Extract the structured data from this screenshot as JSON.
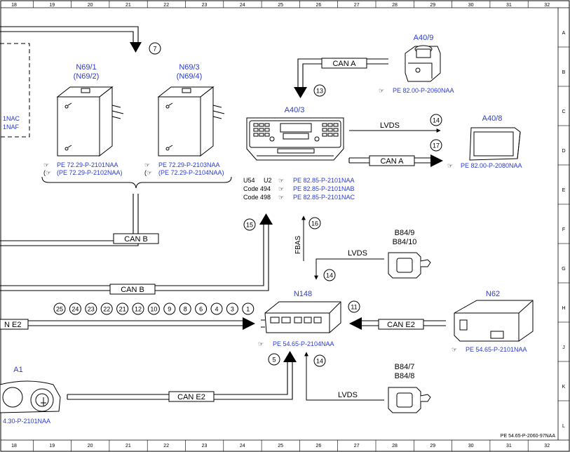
{
  "grid": {
    "columns": [
      "18",
      "19",
      "20",
      "21",
      "22",
      "23",
      "24",
      "25",
      "26",
      "27",
      "28",
      "29",
      "30",
      "31",
      "32"
    ],
    "rows": [
      "A",
      "B",
      "C",
      "D",
      "E",
      "F",
      "G",
      "H",
      "J",
      "K",
      "L"
    ]
  },
  "doc_number": "PE 54.65-P-2060-97NAA",
  "components": {
    "n69_1": {
      "name": "N69/1",
      "alt": "(N69/2)",
      "ref1": "PE 72.29-P-2101NAA",
      "ref2": "(PE 72.29-P-2102NAA)"
    },
    "n69_3": {
      "name": "N69/3",
      "alt": "(N69/4)",
      "ref1": "PE 72.29-P-2103NAA",
      "ref2": "(PE 72.29-P-2104NAA)"
    },
    "a40_3": {
      "name": "A40/3",
      "rows": [
        {
          "label": "U54",
          "label2": "U2",
          "ref": "PE 82.85-P-2101NAA"
        },
        {
          "label": "Code 494",
          "label2": "",
          "ref": "PE 82.85-P-2101NAB"
        },
        {
          "label": "Code 498",
          "label2": "",
          "ref": "PE 82.85-P-2101NAC"
        }
      ]
    },
    "a40_9": {
      "name": "A40/9",
      "ref": "PE 82.00-P-2060NAA"
    },
    "a40_8": {
      "name": "A40/8",
      "ref": "PE 82.00-P-2080NAA"
    },
    "b84_9": {
      "name": "B84/9",
      "alt": "B84/10"
    },
    "b84_7": {
      "name": "B84/7",
      "alt": "B84/8"
    },
    "n148": {
      "name": "N148",
      "ref": "PE 54.65-P-2104NAA"
    },
    "n62": {
      "name": "N62",
      "ref": "PE 54.65-P-2101NAA"
    },
    "a1": {
      "name": "A1",
      "ref": "4.30-P-2101NAA"
    }
  },
  "left_cut_labels": [
    "1NAC",
    "1NAF"
  ],
  "bus_labels": {
    "can_a_top": "CAN A",
    "can_a_right": "CAN A",
    "can_b_upper": "CAN B",
    "can_b_lower": "CAN B",
    "can_e2_left": "N E2",
    "can_e2_right": "CAN E2",
    "can_e2_bottom": "CAN E2",
    "lvds_a40": "LVDS",
    "lvds_b84_9": "LVDS",
    "lvds_b84_7": "LVDS",
    "fbas": "FBAS"
  },
  "signals": {
    "s7": "7",
    "s13": "13",
    "s14a": "14",
    "s17": "17",
    "s15": "15",
    "s16": "16",
    "s14b": "14",
    "s11": "11",
    "s5": "5",
    "s14c": "14"
  },
  "signal_bundle": [
    "25",
    "24",
    "23",
    "22",
    "21",
    "12",
    "10",
    "9",
    "8",
    "6",
    "4",
    "3",
    "1"
  ]
}
